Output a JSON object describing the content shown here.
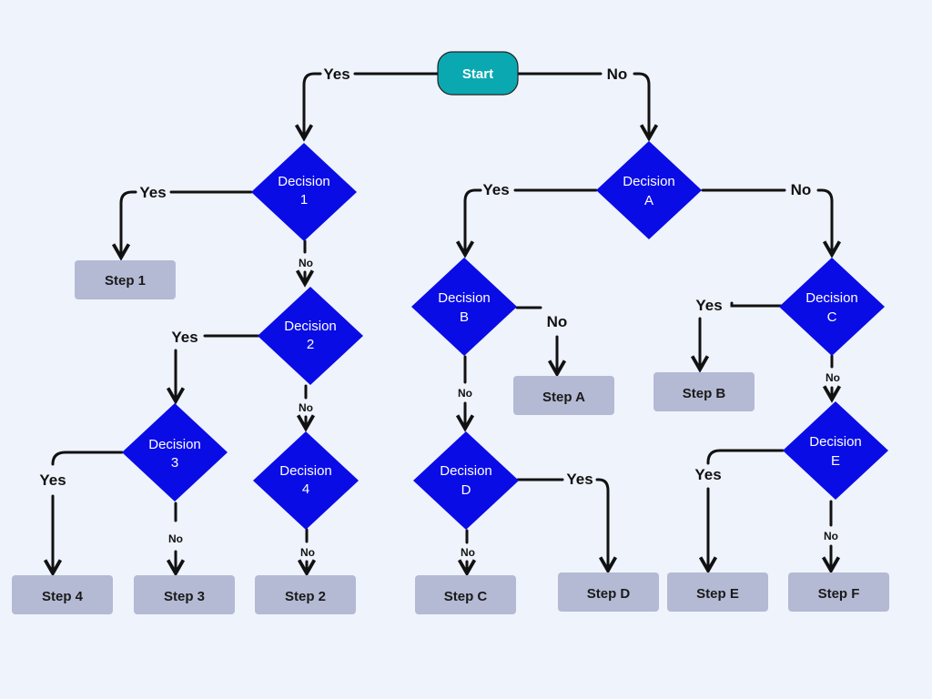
{
  "colors": {
    "background": "#eff3fc",
    "start": "#0aa9b2",
    "decision": "#0a0ce6",
    "step": "#b4bad4",
    "line": "#111111"
  },
  "start": {
    "label": "Start"
  },
  "decisions": {
    "d1": {
      "line1": "Decision",
      "line2": "1"
    },
    "d2": {
      "line1": "Decision",
      "line2": "2"
    },
    "d3": {
      "line1": "Decision",
      "line2": "3"
    },
    "d4": {
      "line1": "Decision",
      "line2": "4"
    },
    "dA": {
      "line1": "Decision",
      "line2": "A"
    },
    "dB": {
      "line1": "Decision",
      "line2": "B"
    },
    "dC": {
      "line1": "Decision",
      "line2": "C"
    },
    "dD": {
      "line1": "Decision",
      "line2": "D"
    },
    "dE": {
      "line1": "Decision",
      "line2": "E"
    }
  },
  "steps": {
    "s1": "Step 1",
    "s2": "Step 2",
    "s3": "Step 3",
    "s4": "Step 4",
    "sA": "Step A",
    "sB": "Step B",
    "sC": "Step C",
    "sD": "Step D",
    "sE": "Step E",
    "sF": "Step F"
  },
  "edge_labels": {
    "start_yes": "Yes",
    "start_no": "No",
    "d1_yes": "Yes",
    "d1_no": "No",
    "d2_yes": "Yes",
    "d2_no": "No",
    "d3_yes": "Yes",
    "d3_no": "No",
    "d4_no": "No",
    "dA_yes": "Yes",
    "dA_no": "No",
    "dB_no_right": "No",
    "dB_no_down": "No",
    "dC_yes": "Yes",
    "dC_no": "No",
    "dD_yes": "Yes",
    "dD_no": "No",
    "dE_yes": "Yes",
    "dE_no": "No"
  }
}
